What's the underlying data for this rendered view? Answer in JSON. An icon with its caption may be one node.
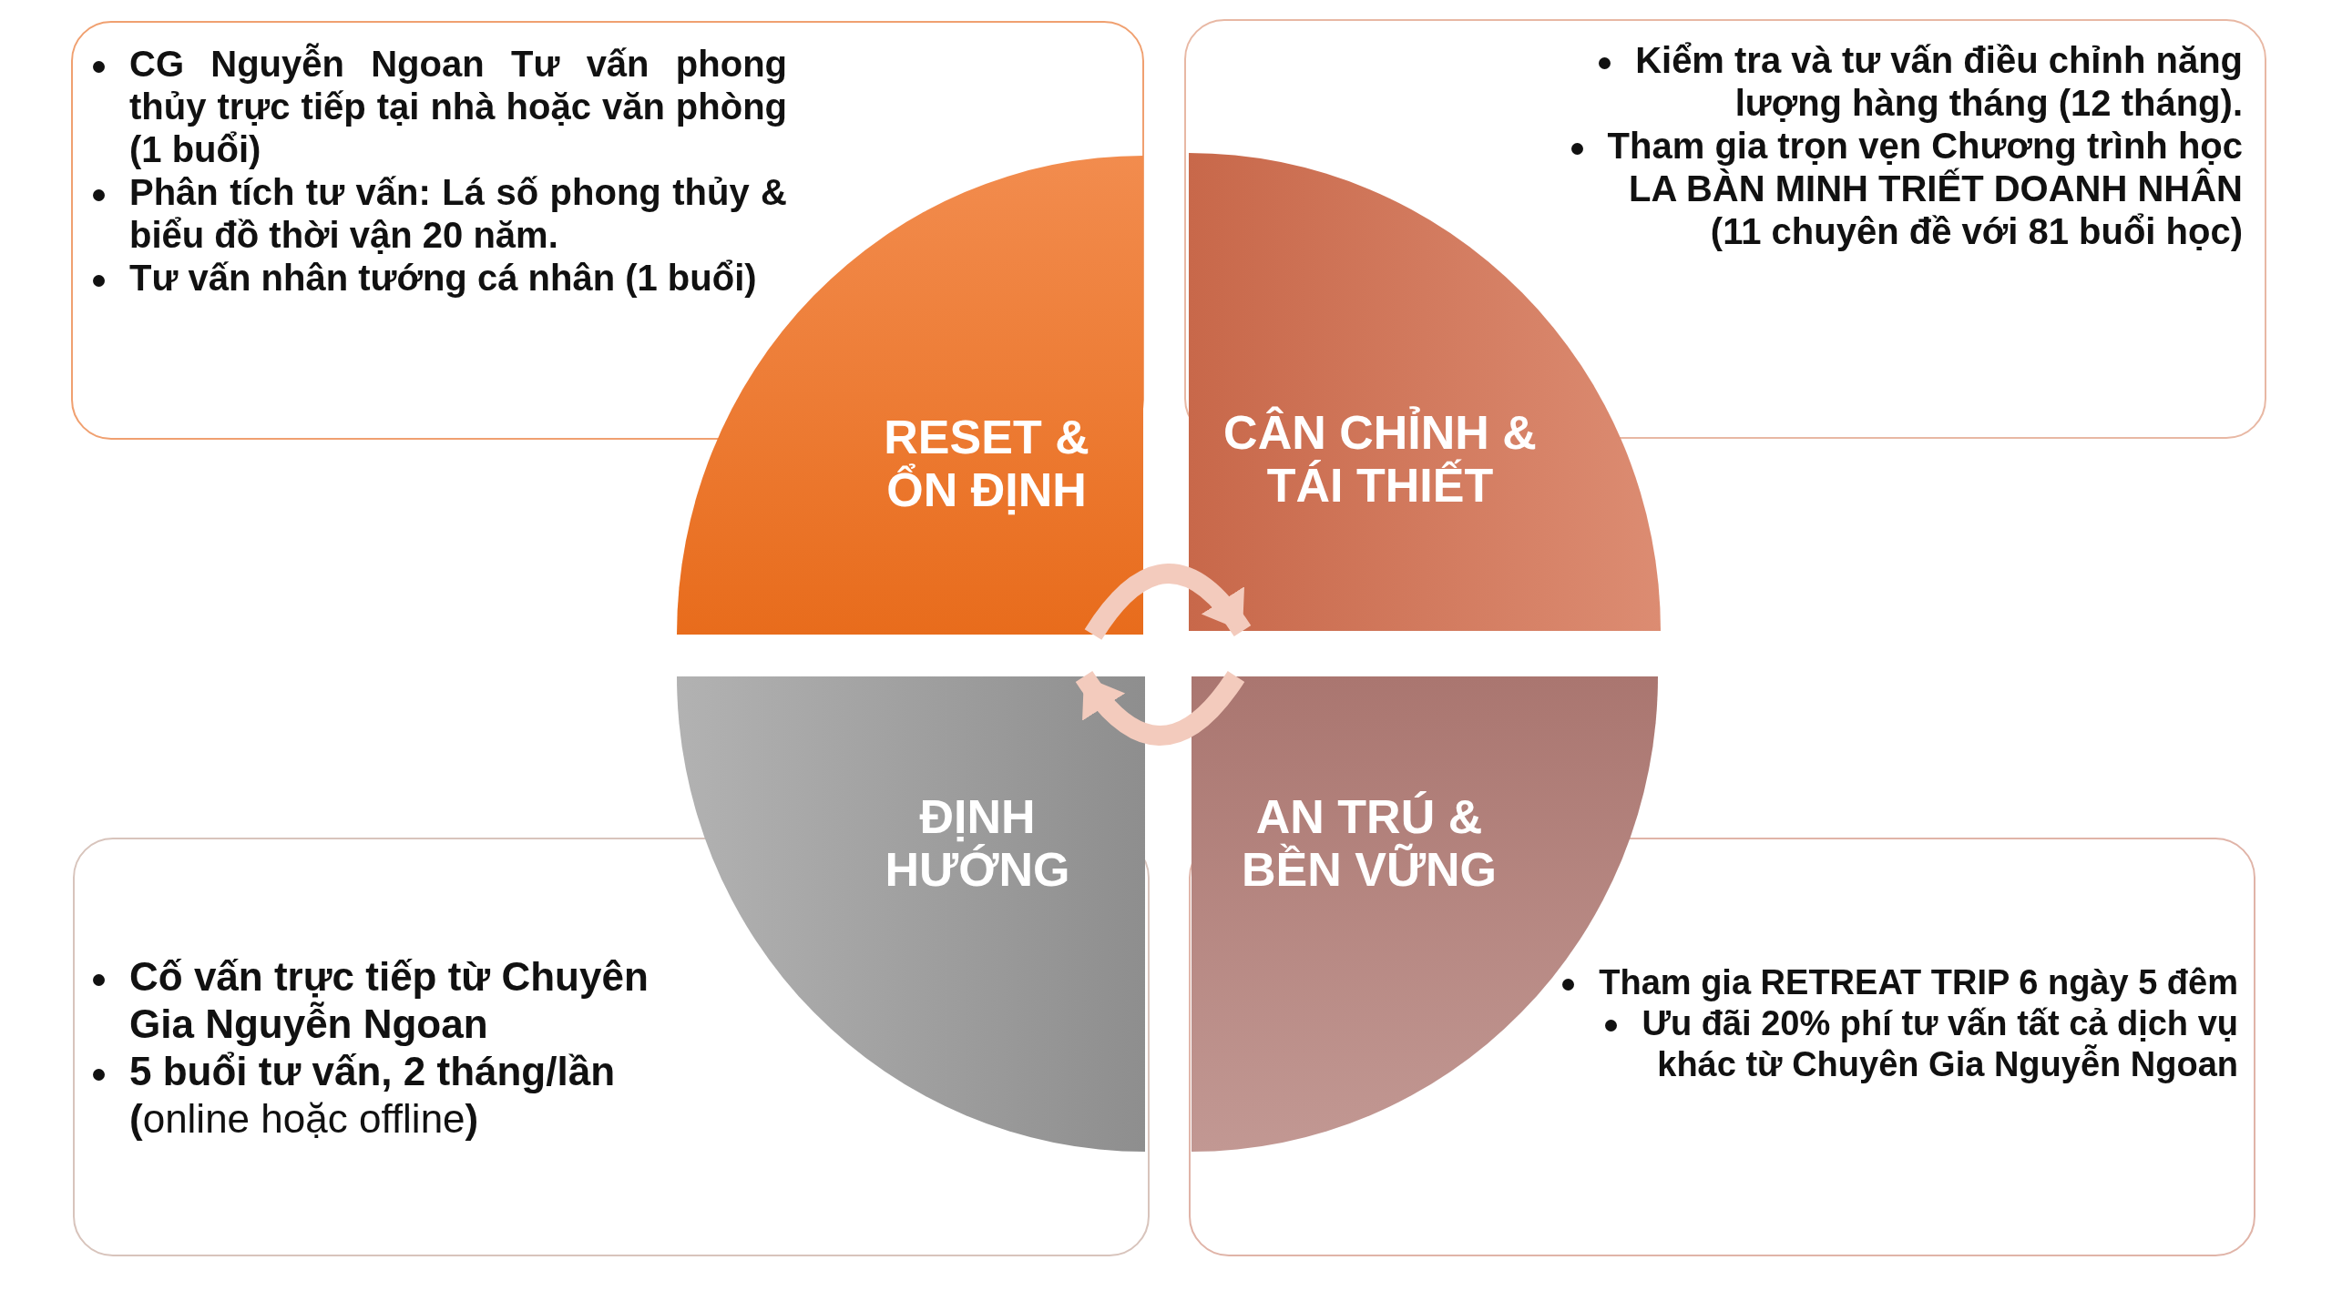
{
  "diagram": {
    "nodes": [
      {
        "text": [
          "CG Nguyễn Ngoan Tư vấn phong thủy trực tiếp tại nhà hoặc văn phòng (1 buổi)",
          "Phân tích tư vấn: Lá số phong thủy & biểu đồ thời vận 20 năm.",
          "Tư vấn nhân tướng cá nhân (1 buổi)"
        ]
      },
      {
        "text": [
          "Kiểm tra và tư vấn điều chỉnh năng lượng hàng tháng (12 tháng).",
          "Tham gia trọn vẹn Chương trình học LA BÀN MINH TRIẾT DOANH NHÂN (11 chuyên đề với 81 buổi học)"
        ]
      },
      {
        "text": [
          "RESET & ỔN ĐỊNH"
        ]
      },
      {
        "text": [
          "CÂN CHỈNH & TÁI THIẾT"
        ]
      },
      {
        "text": [
          "ĐỊNH HƯỚNG"
        ]
      },
      {
        "text": [
          "AN TRÚ & BỀN VỮNG"
        ]
      },
      {
        "text": [
          "Cố vấn trực tiếp từ Chuyên Gia Nguyễn Ngoan",
          "**5 buổi tư vấn, 2 tháng/lần (**online hoặc offline**)**"
        ]
      },
      {
        "text": [
          "Tham gia RETREAT TRIP 6 ngày 5 đêm",
          "Ưu đãi 20% phí tư vấn tất cả dịch vụ khác từ Chuyên Gia Nguyễn Ngoan"
        ]
      }
    ],
    "edges": [
      {
        "from": 2,
        "to": 3,
        "arrow": "to"
      },
      {
        "from": 5,
        "to": 4,
        "arrow": "to"
      }
    ]
  }
}
